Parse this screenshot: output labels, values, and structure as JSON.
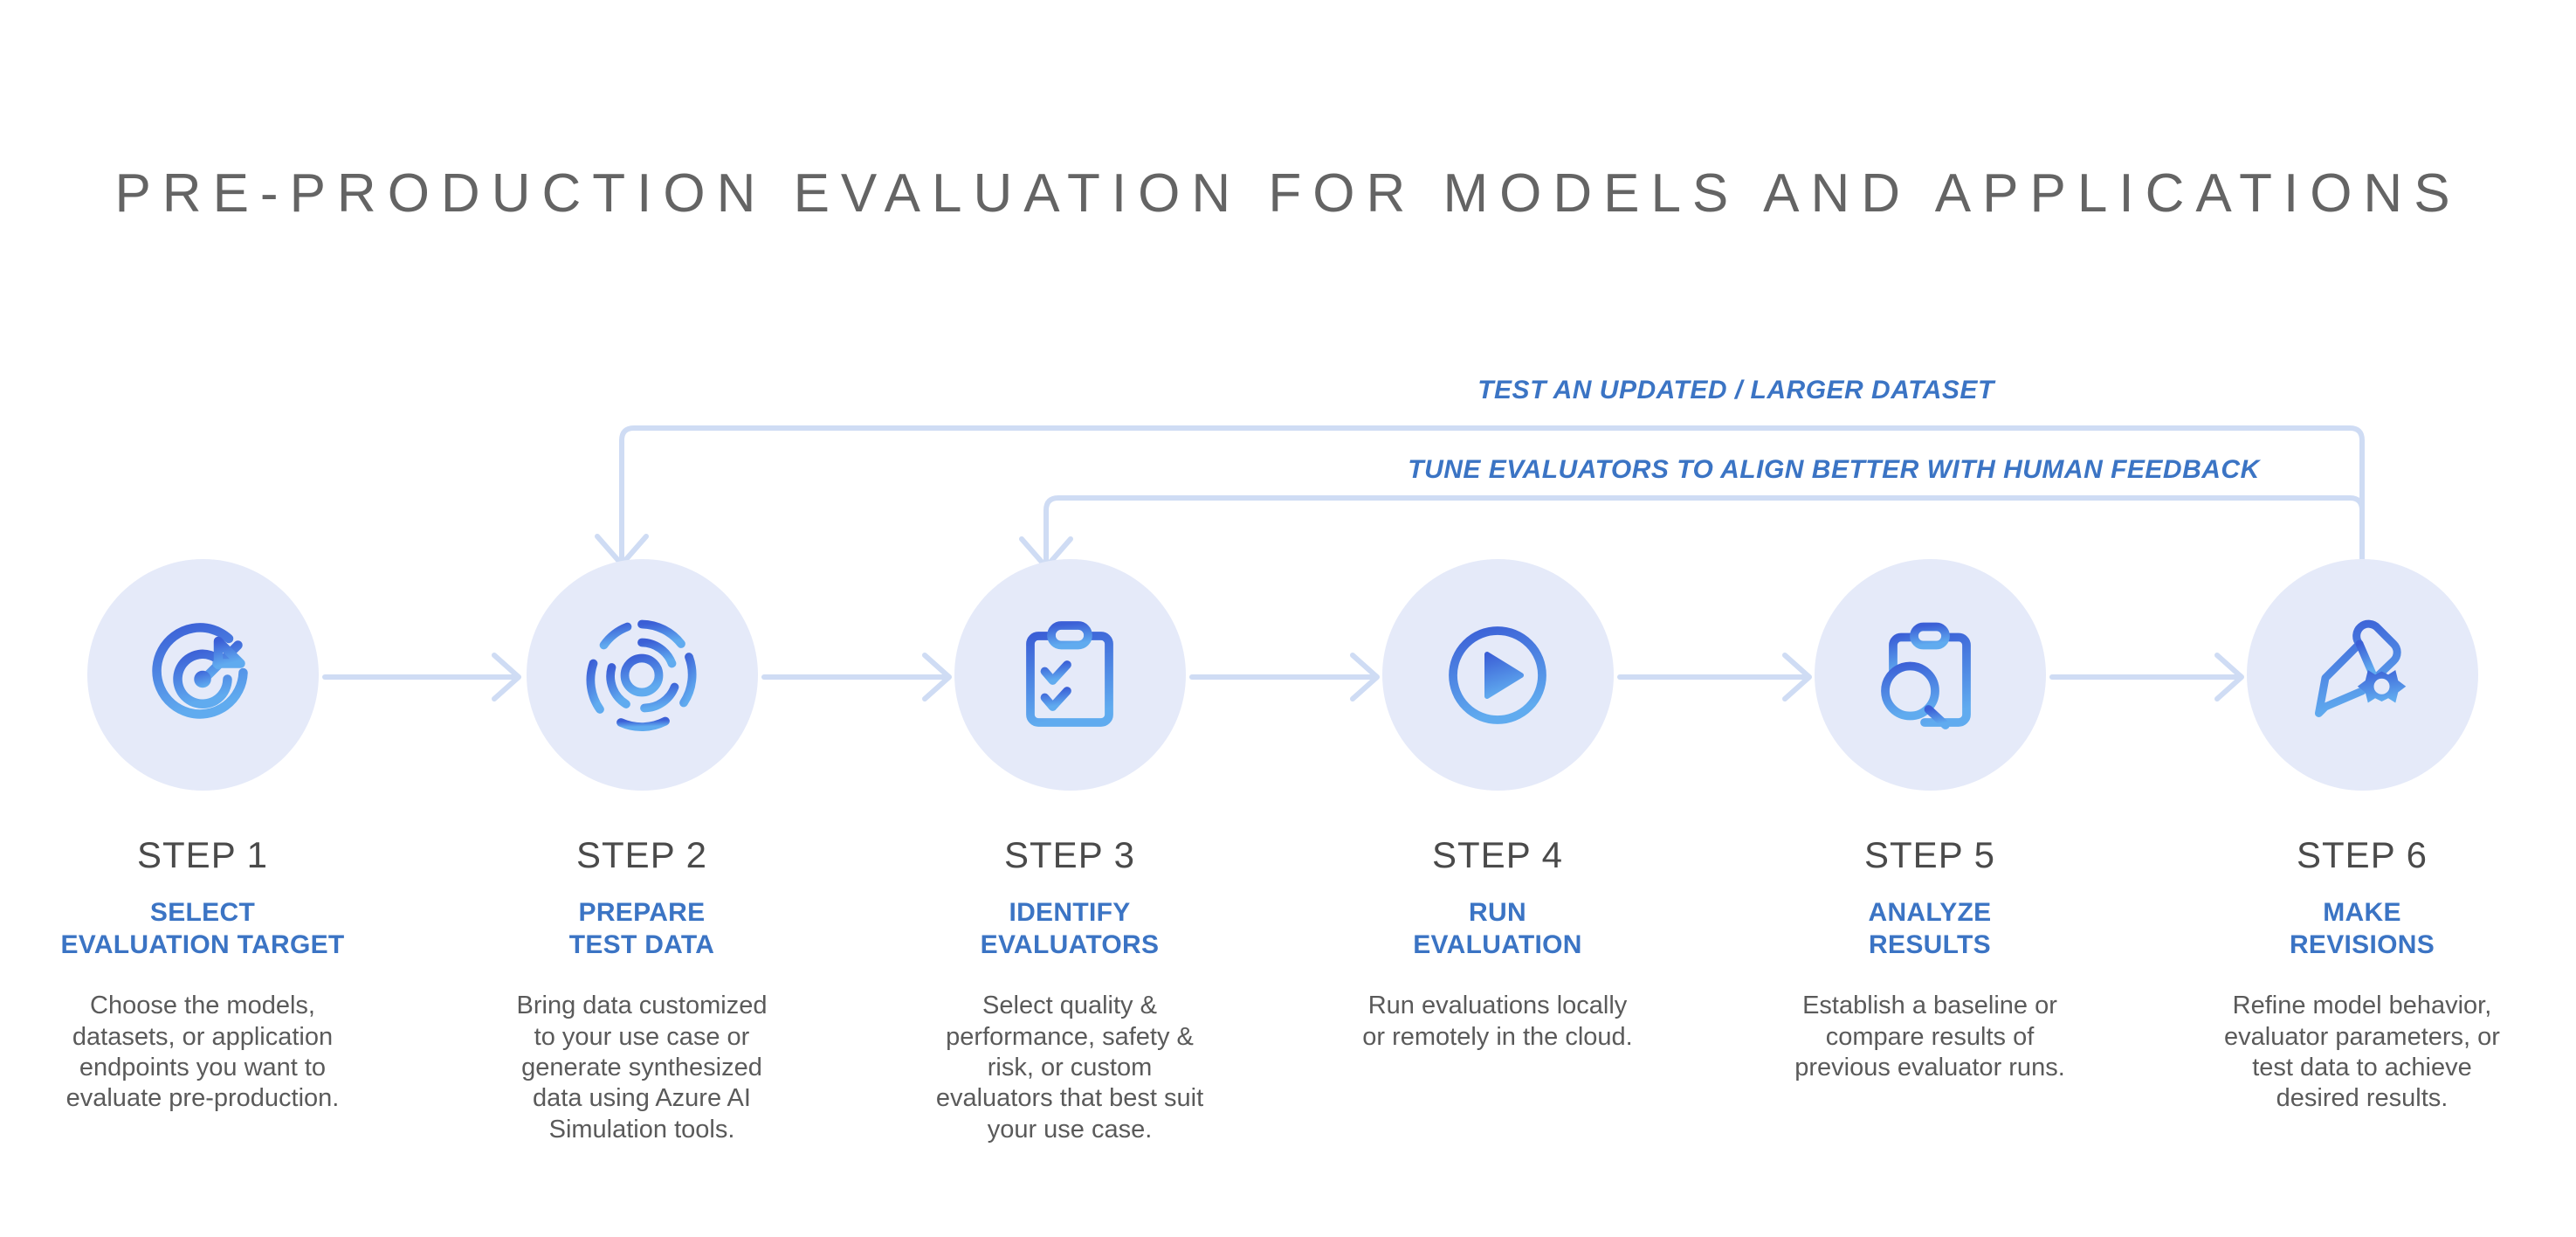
{
  "page": {
    "title": "PRE-PRODUCTION EVALUATION FOR MODELS AND APPLICATIONS",
    "background_color": "#ffffff"
  },
  "colors": {
    "title_gray": "#646464",
    "accent_blue": "#3b74c4",
    "icon_blue_dark": "#3b63d4",
    "icon_blue_light": "#5ba4ec",
    "circle_fill": "#e5eaf9",
    "connector_blue": "#cfdcf4",
    "body_gray": "#5a5a5a",
    "step_number_gray": "#4a4a4a"
  },
  "feedback_loops": [
    {
      "name": "test-updated-dataset-loop",
      "label": "TEST AN UPDATED / LARGER DATASET",
      "from_step": 6,
      "to_step": 2
    },
    {
      "name": "tune-evaluators-loop",
      "label": "TUNE EVALUATORS TO ALIGN BETTER WITH HUMAN FEEDBACK",
      "from_step": 6,
      "to_step": 3
    }
  ],
  "steps": [
    {
      "number": "STEP 1",
      "headline": "SELECT\nEVALUATION TARGET",
      "headline_lines": [
        "SELECT",
        "EVALUATION TARGET"
      ],
      "description": "Choose the models, datasets, or application endpoints you want to evaluate pre-production.",
      "description_lines": [
        "Choose the models,",
        "datasets, or application",
        "endpoints you want to",
        "evaluate pre-production."
      ],
      "icon": "target-arrow-icon"
    },
    {
      "number": "STEP 2",
      "headline": "PREPARE\nTEST DATA",
      "headline_lines": [
        "PREPARE",
        "TEST DATA"
      ],
      "description": "Bring data customized to your use case or generate synthesized data using Azure AI Simulation tools.",
      "description_lines": [
        "Bring data customized",
        "to your use case or",
        "generate synthesized",
        "data using Azure AI",
        "Simulation tools."
      ],
      "icon": "radar-rings-icon"
    },
    {
      "number": "STEP 3",
      "headline": "IDENTIFY\nEVALUATORS",
      "headline_lines": [
        "IDENTIFY",
        "EVALUATORS"
      ],
      "description": "Select quality & performance, safety & risk, or custom evaluators that best suit your use case.",
      "description_lines": [
        "Select quality &",
        "performance, safety &",
        "risk, or custom",
        "evaluators that best suit",
        "your use case."
      ],
      "icon": "clipboard-checklist-icon"
    },
    {
      "number": "STEP 4",
      "headline": "RUN\nEVALUATION",
      "headline_lines": [
        "RUN",
        "EVALUATION"
      ],
      "description": "Run evaluations locally or remotely in the cloud.",
      "description_lines": [
        "Run evaluations locally",
        "or remotely in the cloud."
      ],
      "icon": "play-circle-icon"
    },
    {
      "number": "STEP 5",
      "headline": "ANALYZE\nRESULTS",
      "headline_lines": [
        "ANALYZE",
        "RESULTS"
      ],
      "description": "Establish a baseline or compare results of previous evaluator runs.",
      "description_lines": [
        "Establish a baseline or",
        "compare results of",
        "previous evaluator runs."
      ],
      "icon": "clipboard-search-icon"
    },
    {
      "number": "STEP 6",
      "headline": "MAKE\nREVISIONS",
      "headline_lines": [
        "MAKE",
        "REVISIONS"
      ],
      "description": "Refine model behavior, evaluator parameters, or test data to achieve desired results.",
      "description_lines": [
        "Refine model behavior,",
        "evaluator parameters, or",
        "test data to achieve",
        "desired results."
      ],
      "icon": "pencil-gear-icon"
    }
  ]
}
